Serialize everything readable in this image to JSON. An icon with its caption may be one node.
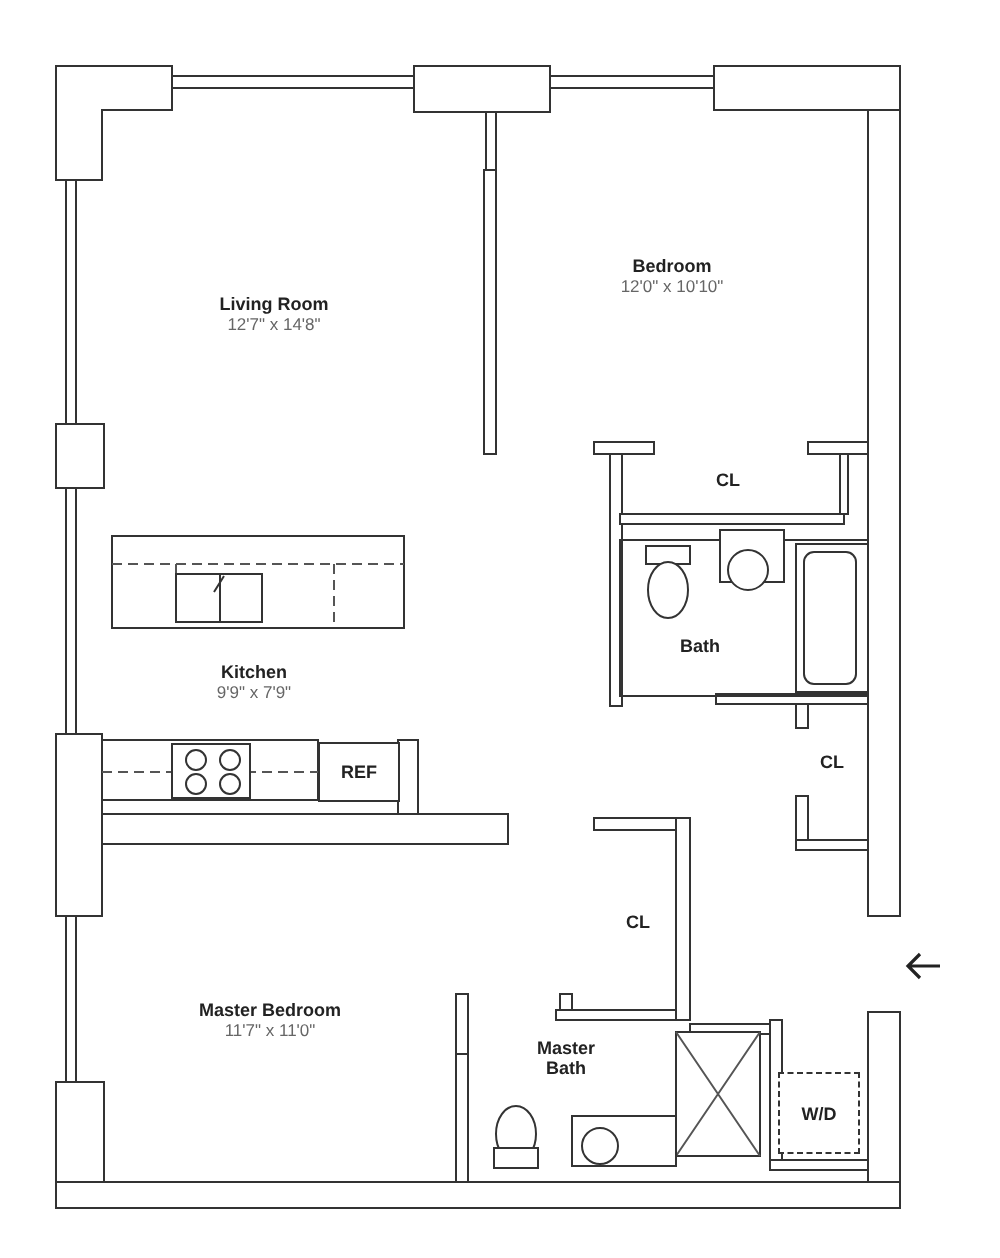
{
  "diagram": {
    "nodes": [
      {
        "text": [
          "REF"
        ]
      },
      {
        "text": [
          "W/D"
        ]
      }
    ],
    "labels": [
      "Bedroom",
      "12'0\" x 10'10\"",
      "Living Room",
      "12'7\" x 14'8\"",
      "CL",
      "Bath",
      "Kitchen",
      "9'9\" x 7'9\"",
      "CL",
      "CL",
      "Master Bedroom",
      "11'7\" x 11'0\"",
      "Master Bath"
    ]
  }
}
